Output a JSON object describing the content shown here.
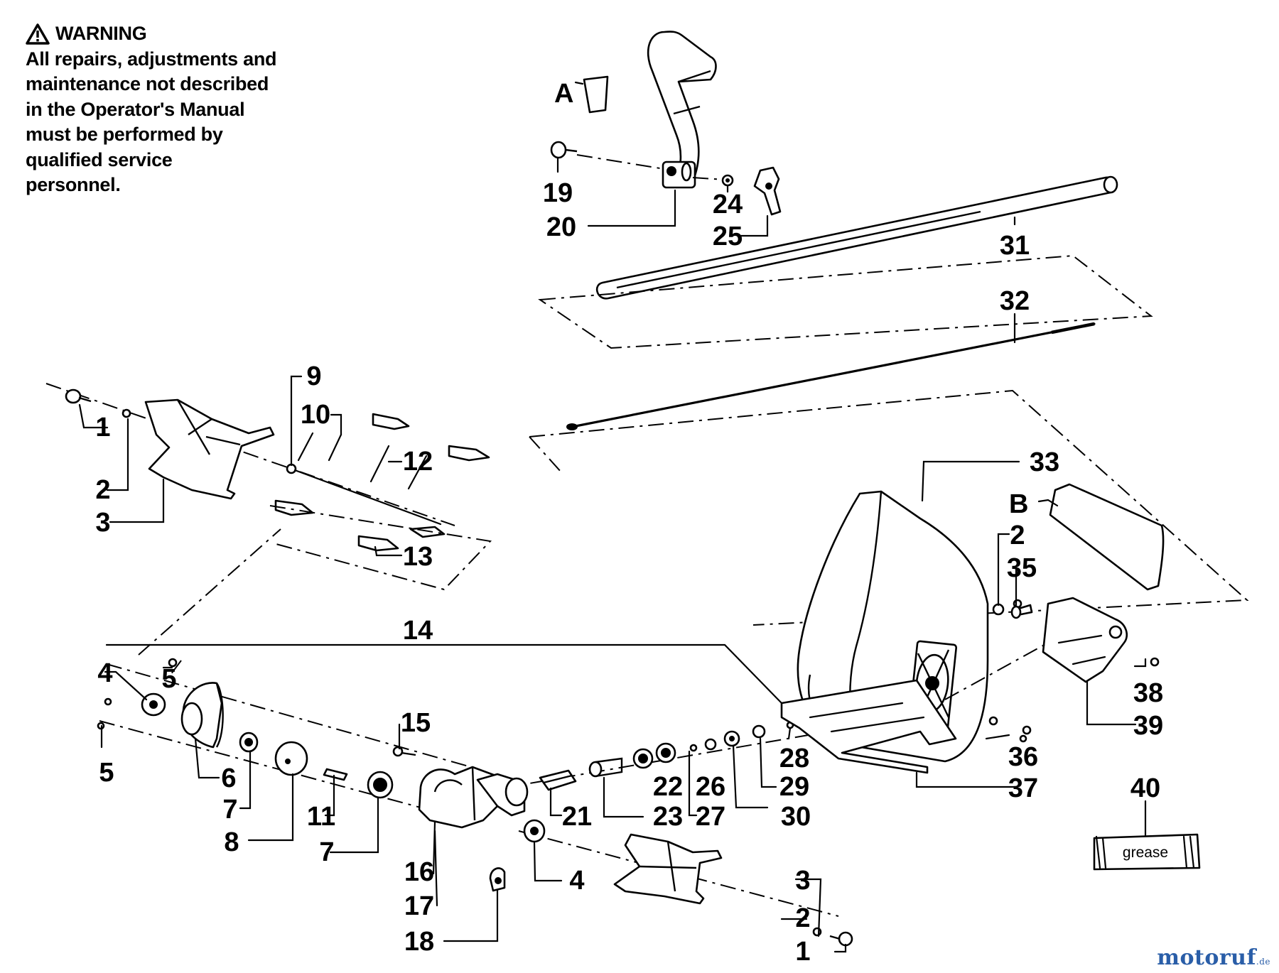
{
  "warning": {
    "title": "WARNING",
    "lines": [
      "All repairs, adjustments and",
      "maintenance not described",
      "in the Operator's Manual",
      "must be performed by",
      "qualified service",
      "personnel."
    ]
  },
  "letters": {
    "a": "A",
    "b": "B"
  },
  "grease_label": "grease",
  "watermark": {
    "main": "motoruf",
    "tld": ".de",
    "accent_color": "#d9a21a",
    "text_color": "#2a5ea8"
  },
  "parts": {
    "p1a": "1",
    "p1b": "1",
    "p2a": "2",
    "p2b": "2",
    "p2c": "2",
    "p3a": "3",
    "p3b": "3",
    "p4a": "4",
    "p4b": "4",
    "p5a": "5",
    "p5b": "5",
    "p6": "6",
    "p7a": "7",
    "p7b": "7",
    "p8": "8",
    "p9": "9",
    "p10": "10",
    "p11": "11",
    "p12": "12",
    "p13": "13",
    "p14": "14",
    "p15": "15",
    "p16": "16",
    "p17": "17",
    "p18": "18",
    "p19": "19",
    "p20": "20",
    "p21": "21",
    "p22": "22",
    "p23": "23",
    "p24": "24",
    "p25": "25",
    "p26": "26",
    "p27": "27",
    "p28": "28",
    "p29": "29",
    "p30": "30",
    "p31": "31",
    "p32": "32",
    "p33": "33",
    "p35": "35",
    "p36": "36",
    "p37": "37",
    "p38": "38",
    "p39": "39",
    "p40": "40"
  }
}
